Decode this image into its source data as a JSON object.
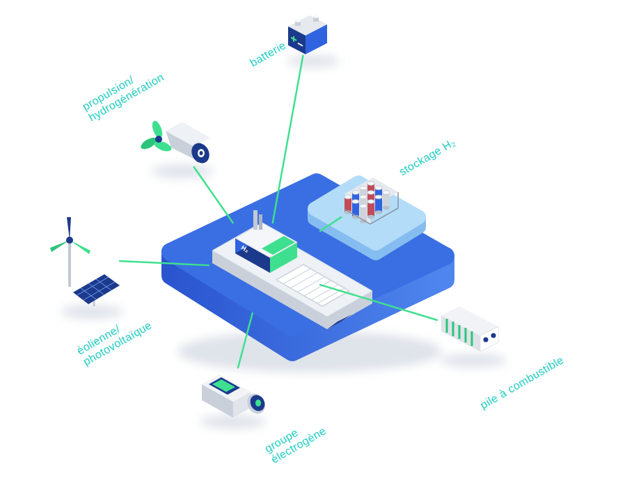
{
  "diagram": {
    "nodes": [
      {
        "text": [
          "H₂"
        ]
      },
      {
        "text": [
          "batterie"
        ]
      },
      {
        "text": [
          "propulsion/ hydrogénération"
        ]
      },
      {
        "text": [
          "stockage H₂"
        ]
      },
      {
        "text": [
          "éolienne/ photovoltaïque"
        ]
      },
      {
        "text": [
          "pile à combustible"
        ]
      },
      {
        "text": [
          "groupe électrogène"
        ]
      }
    ],
    "edges": [
      {
        "from": 0,
        "to": 1,
        "arrow": "none"
      },
      {
        "from": 0,
        "to": 2,
        "arrow": "none"
      },
      {
        "from": 0,
        "to": 3,
        "arrow": "none"
      },
      {
        "from": 0,
        "to": 4,
        "arrow": "none"
      },
      {
        "from": 0,
        "to": 5,
        "arrow": "none"
      },
      {
        "from": 0,
        "to": 6,
        "arrow": "none"
      }
    ]
  }
}
